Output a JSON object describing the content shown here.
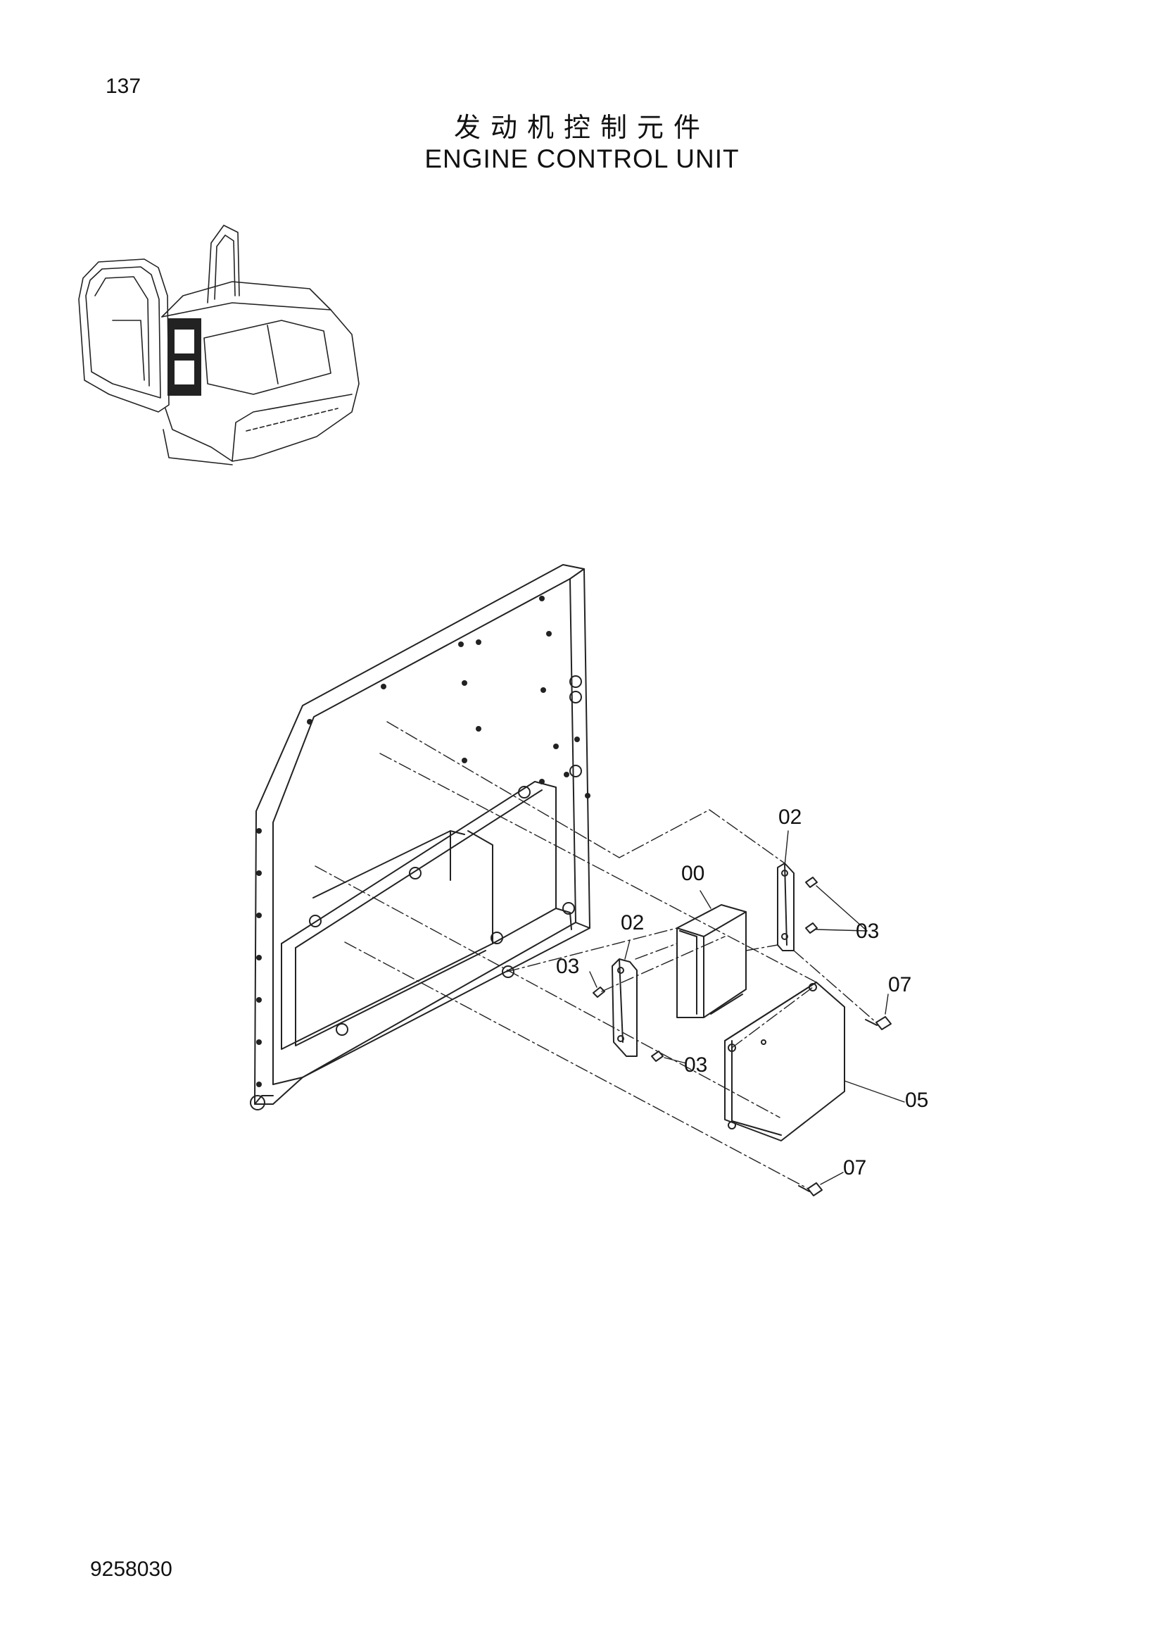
{
  "header": {
    "page_number": "137",
    "title_cn": "发动机控制元件",
    "title_en": "ENGINE CONTROL UNIT"
  },
  "footer": {
    "drawing_code": "9258030"
  },
  "callouts": {
    "c00": "00",
    "c02_right": "02",
    "c02_left": "02",
    "c03_right": "03",
    "c03_left_top": "03",
    "c03_left_bottom": "03",
    "c05": "05",
    "c07_top": "07",
    "c07_bottom": "07"
  }
}
